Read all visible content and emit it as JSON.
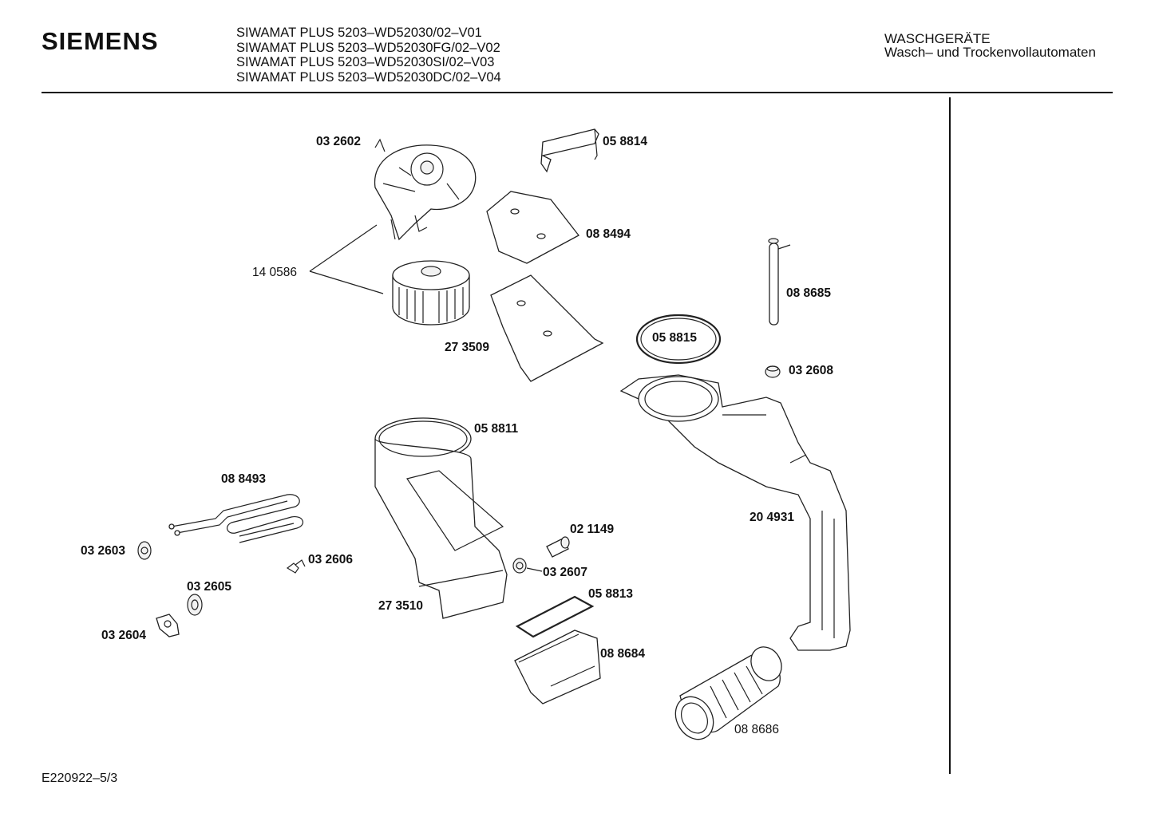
{
  "header": {
    "brand": "SIEMENS",
    "models": [
      "SIWAMAT PLUS 5203–WD52030/02–V01",
      "SIWAMAT PLUS 5203–WD52030FG/02–V02",
      "SIWAMAT PLUS 5203–WD52030SI/02–V03",
      "SIWAMAT PLUS 5203–WD52030DC/02–V04"
    ],
    "category_line1": "WASCHGERÄTE",
    "category_line2": "Wasch– und Trockenvollautomaten"
  },
  "parts": {
    "p032602": "03 2602",
    "p058814": "05 8814",
    "p088494": "08 8494",
    "p140586": "14 0586",
    "p088685": "08 8685",
    "p058815": "05 8815",
    "p273509": "27 3509",
    "p032608": "03 2608",
    "p058811": "05 8811",
    "p088493": "08 8493",
    "p204931": "20 4931",
    "p021149": "02 1149",
    "p032603": "03 2603",
    "p032606": "03 2606",
    "p032607": "03 2607",
    "p032605": "03 2605",
    "p058813": "05 8813",
    "p273510": "27 3510",
    "p032604": "03 2604",
    "p088684": "08 8684",
    "p088686": "08 8686"
  },
  "footer": {
    "drawing_number": "E220922–5/3"
  }
}
